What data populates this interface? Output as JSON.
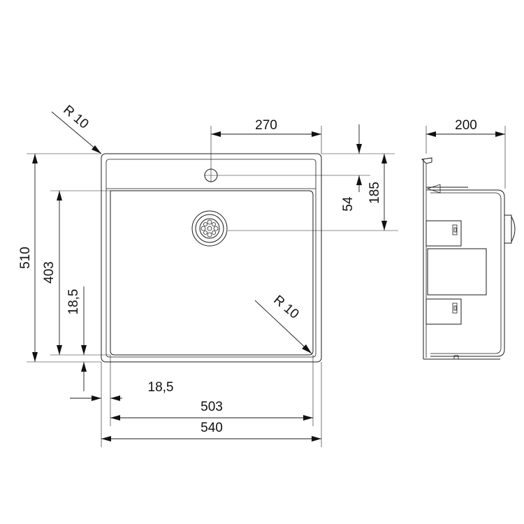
{
  "drawing": {
    "dimensions": {
      "overall_width": "540",
      "bowl_width": "503",
      "side_margin": "18,5",
      "offset_to_tap_hole": "270",
      "overall_depth": "510",
      "bowl_depth": "403",
      "bottom_margin": "18,5",
      "drain_from_top": "185",
      "tap_from_top": "54",
      "side_height": "200"
    },
    "radii": {
      "outer_corner": "R 10",
      "inner_corner": "R 10"
    }
  }
}
